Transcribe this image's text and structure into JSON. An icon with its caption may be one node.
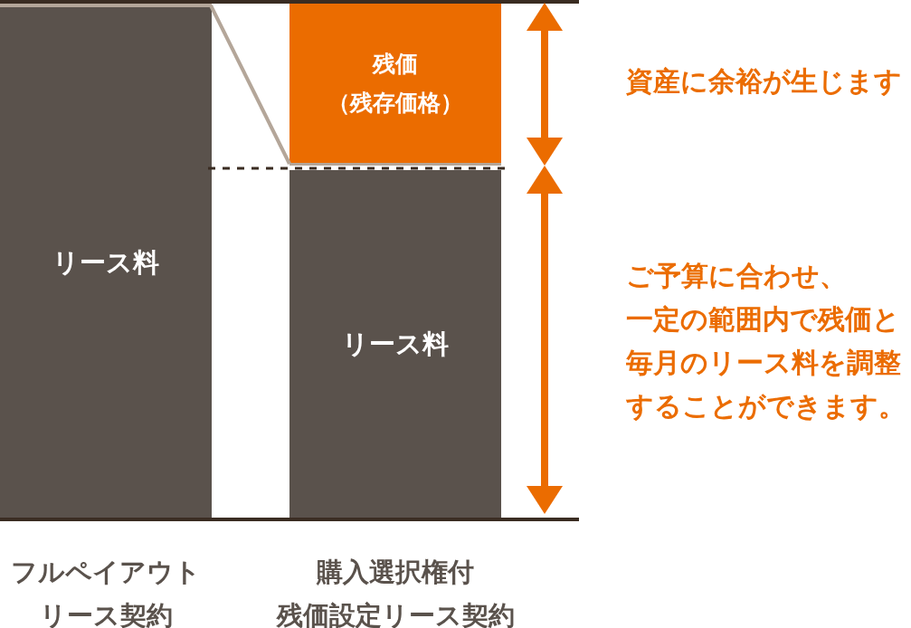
{
  "diagram": {
    "nodes": [
      {
        "text": [
          "リース料"
        ]
      },
      {
        "text": [
          "残価",
          "（残存価格）"
        ]
      },
      {
        "text": [
          "リース料"
        ]
      }
    ],
    "edges": [
      {
        "from": 0,
        "to": 1,
        "arrow": "none"
      }
    ],
    "labels": [
      "資産に余裕が生じます",
      "ご予算に合わせ、一定の範囲内で残価と毎月のリース料を調整することができます。",
      "フルペイアウトリース契約",
      "購入選択権付残価設定リース契約"
    ]
  }
}
